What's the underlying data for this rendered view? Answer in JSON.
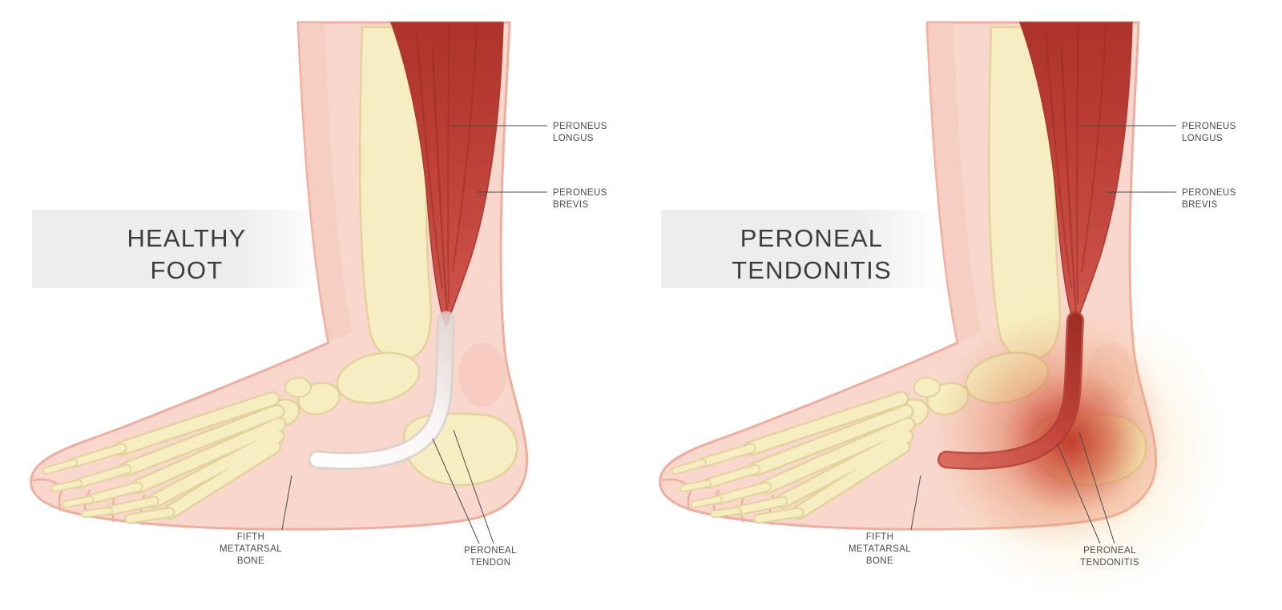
{
  "illustration": {
    "description": "Side-by-side medical diagram comparing a healthy foot with peroneal tendonitis",
    "background": "#ffffff"
  },
  "colors": {
    "skin": "#f9d7cd",
    "skin_outline": "#eeae9f",
    "skin_shade": "#f4c8ba",
    "bone": "#f6eec2",
    "bone_outline": "#e2d29c",
    "muscle_red": "#c0423a",
    "tendon_healthy": "#ffffff",
    "tendon_inflamed": "#c2433a",
    "inflammation_glow": "#cf3227",
    "label_text": "#4a4a4a",
    "title_text": "#3d3d3d",
    "title_band": "#ededed"
  },
  "panels": [
    {
      "name": "healthy-foot",
      "title": [
        "HEALTHY",
        "FOOT"
      ],
      "labels": {
        "peroneus_longus": [
          "PERONEUS",
          "LONGUS"
        ],
        "peroneus_brevis": [
          "PERONEUS",
          "BREVIS"
        ],
        "fifth_metatarsal": [
          "FIFTH",
          "METATARSAL",
          "BONE"
        ],
        "tendon": [
          "PERONEAL",
          "TENDON"
        ]
      }
    },
    {
      "name": "peroneal-tendonitis",
      "title": [
        "PERONEAL",
        "TENDONITIS"
      ],
      "labels": {
        "peroneus_longus": [
          "PERONEUS",
          "LONGUS"
        ],
        "peroneus_brevis": [
          "PERONEUS",
          "BREVIS"
        ],
        "fifth_metatarsal": [
          "FIFTH",
          "METATARSAL",
          "BONE"
        ],
        "tendon": [
          "PERONEAL",
          "TENDONITIS"
        ]
      }
    }
  ]
}
